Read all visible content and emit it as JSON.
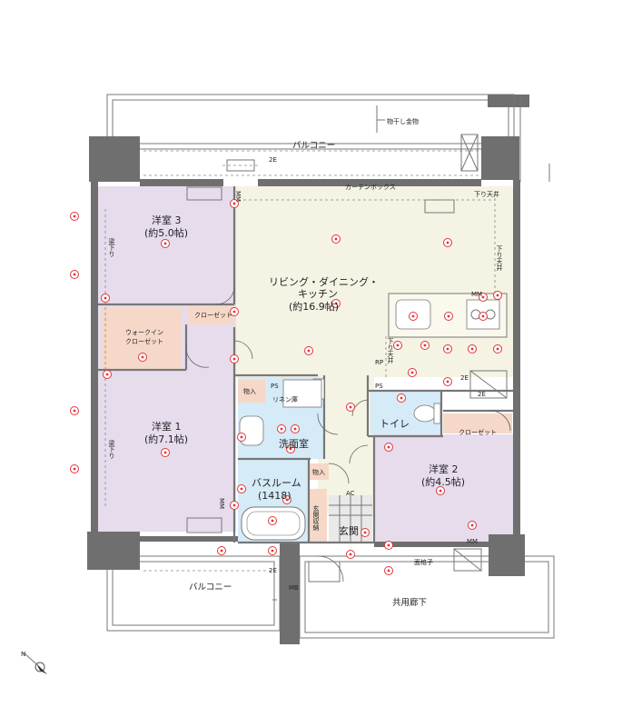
{
  "rooms": {
    "bedroom3": {
      "name": "洋室 3",
      "size": "(約5.0帖)"
    },
    "bedroom1": {
      "name": "洋室 1",
      "size": "(約7.1帖)"
    },
    "bedroom2": {
      "name": "洋室 2",
      "size": "(約4.5帖)"
    },
    "ldk": {
      "name_line1": "リビング・ダイニング・",
      "name_line2": "キッチン",
      "size": "(約16.9帖)"
    },
    "washroom": "洗面室",
    "bathroom": {
      "name": "バスルーム",
      "size": "(1418)"
    },
    "toilet": "トイレ",
    "entrance": "玄関"
  },
  "storage": {
    "walkin": {
      "line1": "ウォークイン",
      "line2": "クローゼット"
    },
    "closet_bedroom3": "クローゼット",
    "closet_bedroom2": "クローゼット",
    "storage_upper": "物入",
    "storage_lower": "物入",
    "linen": "リネン庫",
    "shoe": "玄関収納"
  },
  "exterior": {
    "balcony_top": "バルコニー",
    "balcony_bottom": "バルコニー",
    "corridor": "共用廊下",
    "laundry_hardware": "物干し金物",
    "curtain_box": "カーテンボックス",
    "lowered_ceiling_1": "下り天井",
    "lowered_ceiling_2": "下り天井",
    "lowered_ceiling_3": "下り天井",
    "beam_1": "梁下り",
    "beam_2": "梁下り",
    "lattice": "面格子"
  },
  "symbols": {
    "ps_1": "PS",
    "ps_2": "PS",
    "rp": "RP",
    "mb": "MB",
    "mm_1": "MM",
    "mm_2": "MM",
    "mm_3": "MM",
    "mm_4": "MM",
    "ac": "AC",
    "e2_1": "2E",
    "e2_2": "2E",
    "e2_3": "2E",
    "e2_4": "2E"
  },
  "compass": "N",
  "colors": {
    "bedroom": "#e6dcec",
    "living": "#f5f3e3",
    "wet_area": "#d5ebf7",
    "storage": "#f6d8c8",
    "wall": "#6f6f6f",
    "outlet_marker": "#e0363a"
  }
}
